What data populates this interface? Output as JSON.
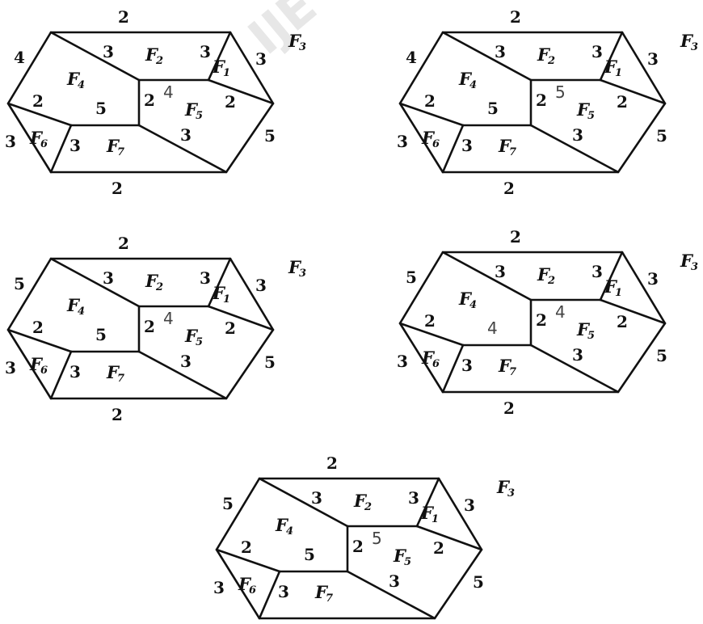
{
  "watermark": "IJE",
  "face_labels": {
    "F1": [
      "F",
      "1"
    ],
    "F2": [
      "F",
      "2"
    ],
    "F3": [
      "F",
      "3"
    ],
    "F4": [
      "F",
      "4"
    ],
    "F5": [
      "F",
      "5"
    ],
    "F6": [
      "F",
      "6"
    ],
    "F7": [
      "F",
      "7"
    ]
  },
  "diagrams": [
    {
      "outer": {
        "top": "2",
        "top_left": "4",
        "right_top": "3",
        "right_bottom": "5",
        "bottom": "2",
        "left_bottom": "3"
      },
      "inner": {
        "a": "3",
        "b": "3",
        "c": "2",
        "d": "2",
        "e": "5",
        "f": "2",
        "g": "3",
        "h": "3"
      },
      "f4_value": "5",
      "f5_value": "4"
    },
    {
      "outer": {
        "top": "2",
        "top_left": "4",
        "right_top": "3",
        "right_bottom": "5",
        "bottom": "2",
        "left_bottom": "3"
      },
      "inner": {
        "a": "3",
        "b": "3",
        "c": "2",
        "d": "2",
        "e": "5",
        "f": "2",
        "g": "3",
        "h": "3"
      },
      "f4_value": "5",
      "f5_value": "5"
    },
    {
      "outer": {
        "top": "2",
        "top_left": "5",
        "right_top": "3",
        "right_bottom": "5",
        "bottom": "2",
        "left_bottom": "3"
      },
      "inner": {
        "a": "3",
        "b": "3",
        "c": "2",
        "d": "2",
        "e": "5",
        "f": "2",
        "g": "3",
        "h": "3"
      },
      "f4_value": "5",
      "f5_value": "4"
    },
    {
      "outer": {
        "top": "2",
        "top_left": "5",
        "right_top": "3",
        "right_bottom": "5",
        "bottom": "2",
        "left_bottom": "3"
      },
      "inner": {
        "a": "3",
        "b": "3",
        "c": "2",
        "d": "2",
        "e": "4",
        "f": "2",
        "g": "3",
        "h": "3"
      },
      "f4_value": "4",
      "f5_value": "4"
    },
    {
      "outer": {
        "top": "2",
        "top_left": "5",
        "right_top": "3",
        "right_bottom": "5",
        "bottom": "2",
        "left_bottom": "3"
      },
      "inner": {
        "a": "3",
        "b": "3",
        "c": "2",
        "d": "2",
        "e": "5",
        "f": "2",
        "g": "3",
        "h": "3"
      },
      "f4_value": "5",
      "f5_value": "5"
    }
  ]
}
